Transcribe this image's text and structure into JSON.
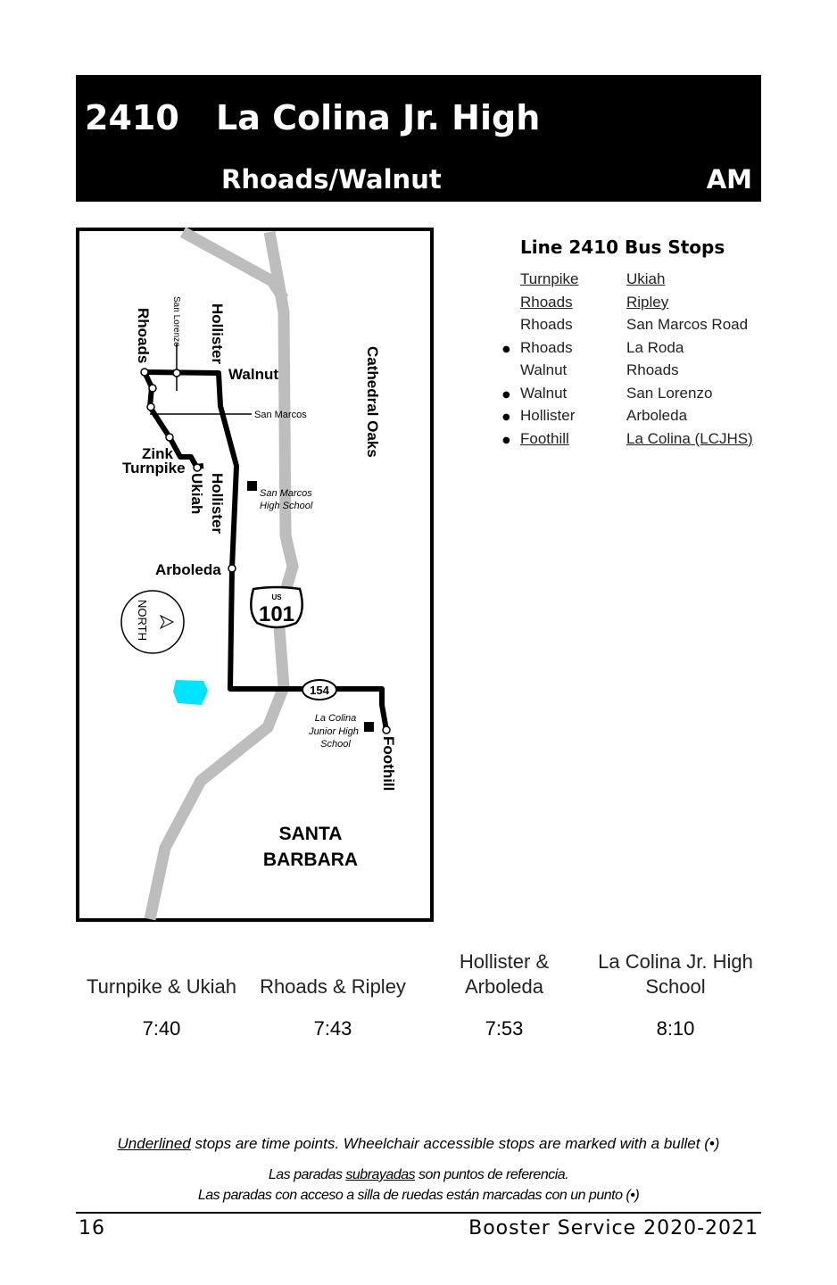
{
  "header": {
    "route_number": "2410",
    "route_name": "La Colina Jr. High",
    "subtitle": "Rhoads/Walnut",
    "period": "AM"
  },
  "map": {
    "labels": {
      "rhoads": "Rhoads",
      "san_lorenzo": "San Lorenzo",
      "hollister_top": "Hollister",
      "walnut": "Walnut",
      "san_marcos": "San Marcos",
      "cathedral_oaks": "Cathedral Oaks",
      "zink": "Zink",
      "turnpike": "Turnpike",
      "ukiah": "Ukiah",
      "hollister_mid": "Hollister",
      "smhs1": "San Marcos",
      "smhs2": "High School",
      "arboleda": "Arboleda",
      "north": "NORTH",
      "us": "US",
      "hwy101": "101",
      "hwy154": "154",
      "lc1": "La Colina",
      "lc2": "Junior High",
      "lc3": "School",
      "foothill": "Foothill",
      "sb1": "SANTA",
      "sb2": "BARBARA"
    },
    "highlight_color": "#00e5ff",
    "road_color": "#bdbdbd"
  },
  "stops": {
    "title": "Line 2410 Bus Stops",
    "left": [
      {
        "name": "Turnpike",
        "underlined": true,
        "accessible": false
      },
      {
        "name": "Rhoads",
        "underlined": true,
        "accessible": false
      },
      {
        "name": "Rhoads",
        "underlined": false,
        "accessible": false
      },
      {
        "name": "Rhoads",
        "underlined": false,
        "accessible": true
      },
      {
        "name": "Walnut",
        "underlined": false,
        "accessible": false
      },
      {
        "name": "Walnut",
        "underlined": false,
        "accessible": true
      },
      {
        "name": "Hollister",
        "underlined": false,
        "accessible": true
      },
      {
        "name": "Foothill",
        "underlined": true,
        "accessible": true
      }
    ],
    "right": [
      {
        "name": "Ukiah",
        "underlined": true
      },
      {
        "name": "Ripley",
        "underlined": true
      },
      {
        "name": "San Marcos Road",
        "underlined": false
      },
      {
        "name": "La Roda",
        "underlined": false
      },
      {
        "name": "Rhoads",
        "underlined": false
      },
      {
        "name": "San Lorenzo",
        "underlined": false
      },
      {
        "name": "Arboleda",
        "underlined": false
      },
      {
        "name": "La Colina (LCJHS)",
        "underlined": true
      }
    ]
  },
  "timetable": [
    {
      "stop": "Turnpike & Ukiah",
      "time": "7:40"
    },
    {
      "stop": "Rhoads & Ripley",
      "time": "7:43"
    },
    {
      "stop": "Hollister & Arboleda",
      "time": "7:53"
    },
    {
      "stop": "La Colina Jr. High School",
      "time": "8:10"
    }
  ],
  "notes": {
    "en_underlined": "Underlined",
    "en_rest": " stops are time points. Wheelchair accessible stops are marked with a bullet (•)",
    "es1_a": "Las paradas ",
    "es1_u": "subrayadas",
    "es1_b": " son puntos de referencia.",
    "es2": "Las paradas con acceso a silla de ruedas están marcadas con un punto (•)"
  },
  "footer": {
    "page": "16",
    "title": "Booster Service 2020-2021"
  }
}
